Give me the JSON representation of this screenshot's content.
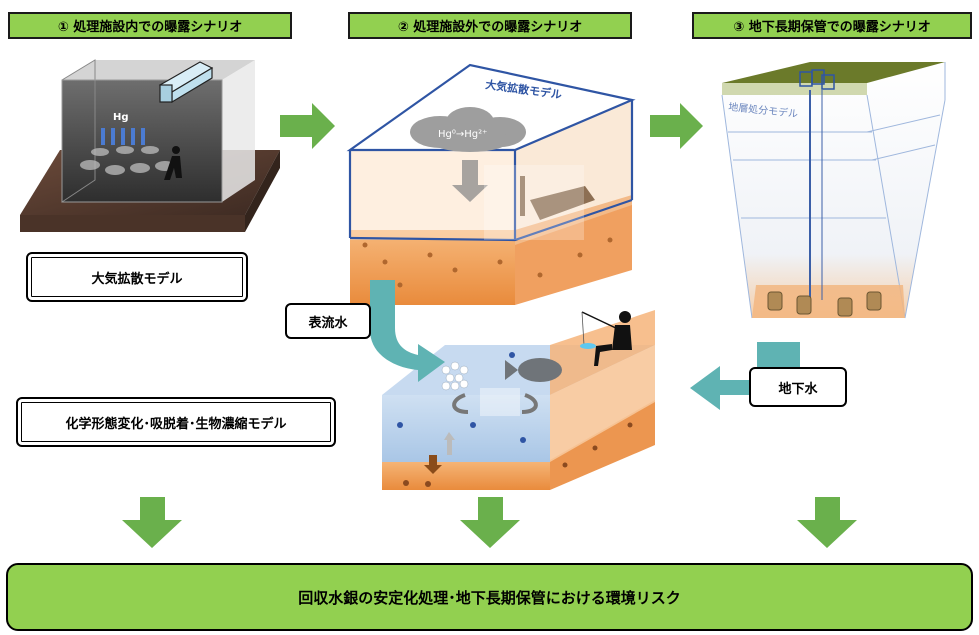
{
  "headers": {
    "scenario1": "① 処理施設内での曝露シナリオ",
    "scenario2": "② 処理施設外での曝露シナリオ",
    "scenario3": "③ 地下長期保管での曝露シナリオ"
  },
  "labels": {
    "model1": "大気拡散モデル",
    "model_chem": "化学形態変化･吸脱着･生物濃縮モデル",
    "surface_water": "表流水",
    "groundwater": "地下水",
    "box_air_model": "大気拡散モデル",
    "box_geo_model": "地層処分モデル",
    "hg": "Hg",
    "hg_species": "Hg⁰→Hg²⁺"
  },
  "footer": {
    "risk": "回収水銀の安定化処理･地下長期保管における環境リスク"
  },
  "colors": {
    "header_green": "#92d050",
    "arrow_green": "#6ab04c",
    "arrow_teal": "#5fb3b3",
    "box_blue": "#2f55a4",
    "soil_orange": "#f4a45c"
  }
}
